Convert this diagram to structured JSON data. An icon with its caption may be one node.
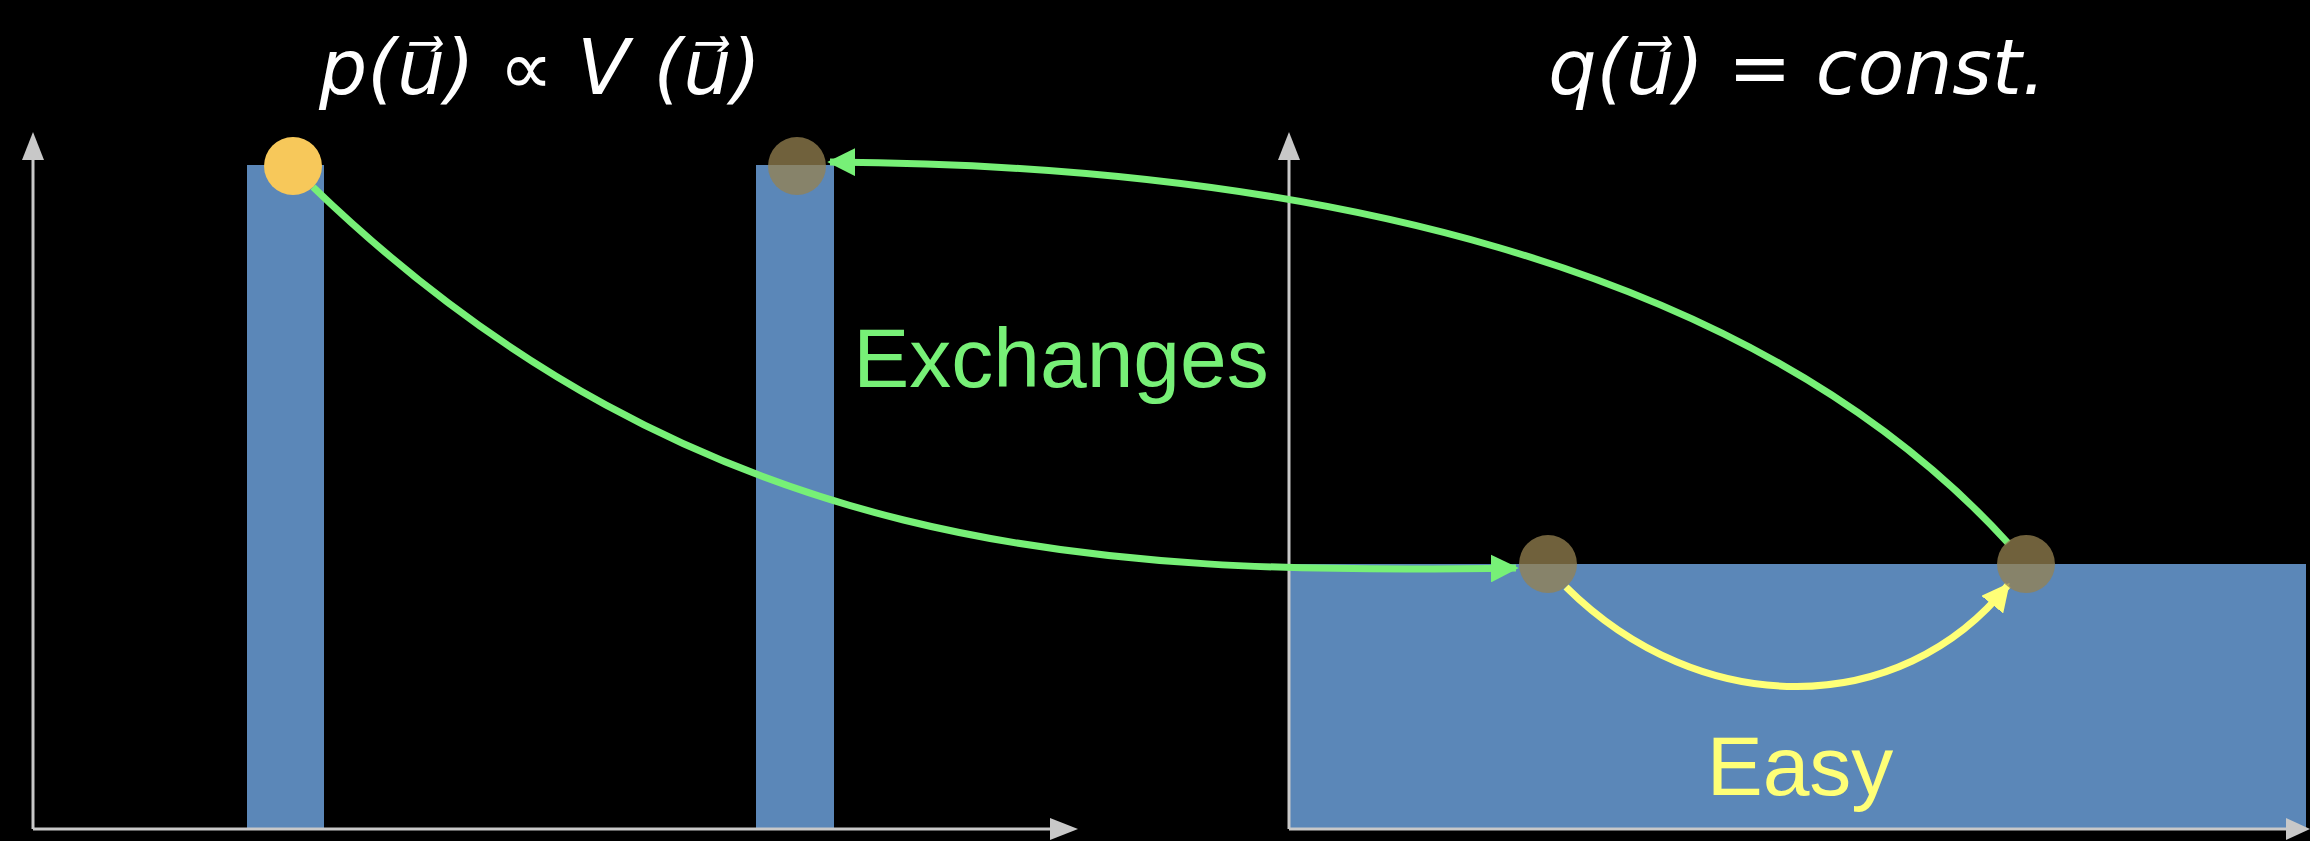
{
  "diagram": {
    "nodes": [
      {
        "text": [],
        "shape": "circle"
      },
      {
        "text": [],
        "shape": "circle"
      },
      {
        "text": [],
        "shape": "circle"
      },
      {
        "text": [],
        "shape": "circle"
      }
    ],
    "edges": [
      {
        "from": 0,
        "to": 2,
        "arrow": "to"
      },
      {
        "from": 3,
        "to": 1,
        "arrow": "to"
      },
      {
        "from": 2,
        "to": 3,
        "arrow": "to",
        "color": "#ffff77"
      }
    ],
    "labels": [
      "p(u⃗) ∝ V (u⃗)",
      "q(u⃗) = const.",
      "Exchanges",
      "Easy"
    ]
  }
}
